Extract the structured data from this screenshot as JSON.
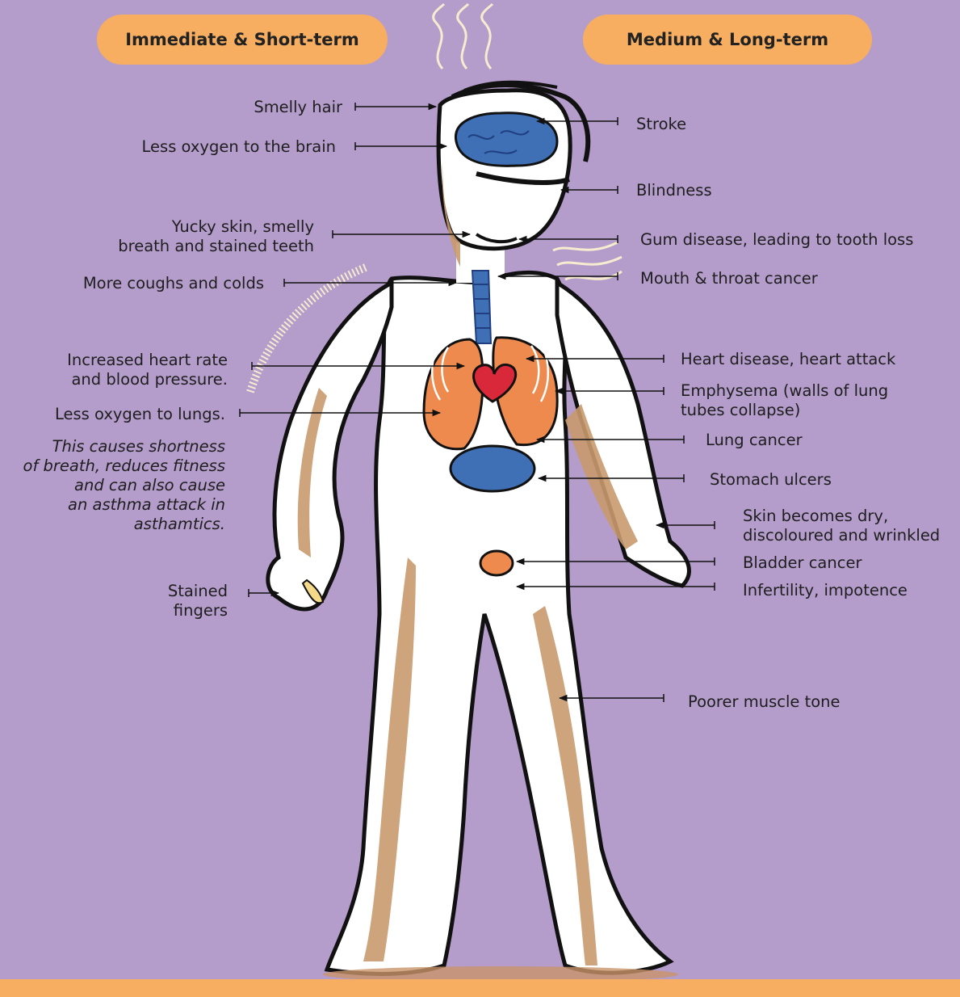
{
  "headers": {
    "left": "Immediate & Short-term",
    "right": "Medium & Long-term"
  },
  "left_labels": {
    "smelly_hair": "Smelly hair",
    "less_oxygen_brain": "Less oxygen to the brain",
    "yucky_skin": "Yucky skin, smelly\nbreath and stained teeth",
    "coughs_colds": "More coughs and colds",
    "heart_rate": "Increased heart rate\nand blood pressure.",
    "less_oxygen_lungs": "Less oxygen to lungs.",
    "lungs_note": "This causes shortness\nof breath, reduces fitness\nand can also cause\nan asthma attack in\nasthamtics.",
    "stained_fingers": "Stained\nfingers"
  },
  "right_labels": {
    "stroke": "Stroke",
    "blindness": "Blindness",
    "gum_disease": "Gum disease, leading to tooth loss",
    "mouth_throat": "Mouth & throat cancer",
    "heart_disease": "Heart disease, heart attack",
    "emphysema": "Emphysema (walls of lung\ntubes collapse)",
    "lung_cancer": "Lung cancer",
    "stomach_ulcers": "Stomach ulcers",
    "skin_dry": "Skin becomes dry,\ndiscoloured and wrinkled",
    "bladder_cancer": "Bladder cancer",
    "infertility": "Infertility, impotence",
    "muscle_tone": "Poorer muscle tone"
  },
  "colors": {
    "background": "#b49ccb",
    "accent": "#f7ae61",
    "organ_blue": "#3f6fb5",
    "lung_orange": "#ee8a4e",
    "heart_red": "#d8283a",
    "skin_tan": "#c99a6e"
  }
}
